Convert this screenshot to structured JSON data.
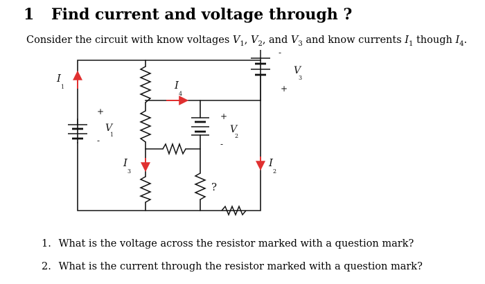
{
  "section": {
    "number": "1",
    "title": "Find current and voltage through ?"
  },
  "intro": {
    "prefix": "Consider the circuit with know voltages ",
    "v1": "V",
    "v1_sub": "1",
    "sep1": ", ",
    "v2": "V",
    "v2_sub": "2",
    "sep2": ", and ",
    "v3": "V",
    "v3_sub": "3",
    "mid": " and know currents ",
    "i1": "I",
    "i1_sub": "1",
    "though": " though ",
    "i4": "I",
    "i4_sub": "4",
    "end": "."
  },
  "diagram": {
    "labels": {
      "I1": "I",
      "I1_sub": "1",
      "V1": "V",
      "V1_sub": "1",
      "V1_plus": "+",
      "V1_minus": "-",
      "I4": "I",
      "I4_sub": "4",
      "I3": "I",
      "I3_sub": "3",
      "V2": "V",
      "V2_sub": "2",
      "V2_plus": "+",
      "V2_minus": "-",
      "V3": "V",
      "V3_sub": "3",
      "V3_plus": "+",
      "V3_minus": "-",
      "I2": "I",
      "I2_sub": "2",
      "unknown": "?"
    },
    "colors": {
      "wire": "#111111",
      "arrow": "#e03030"
    }
  },
  "questions": [
    {
      "number": "1.",
      "text": "What is the voltage across the resistor marked with a question mark?"
    },
    {
      "number": "2.",
      "text": "What is the current through the resistor marked with a question mark?"
    }
  ]
}
